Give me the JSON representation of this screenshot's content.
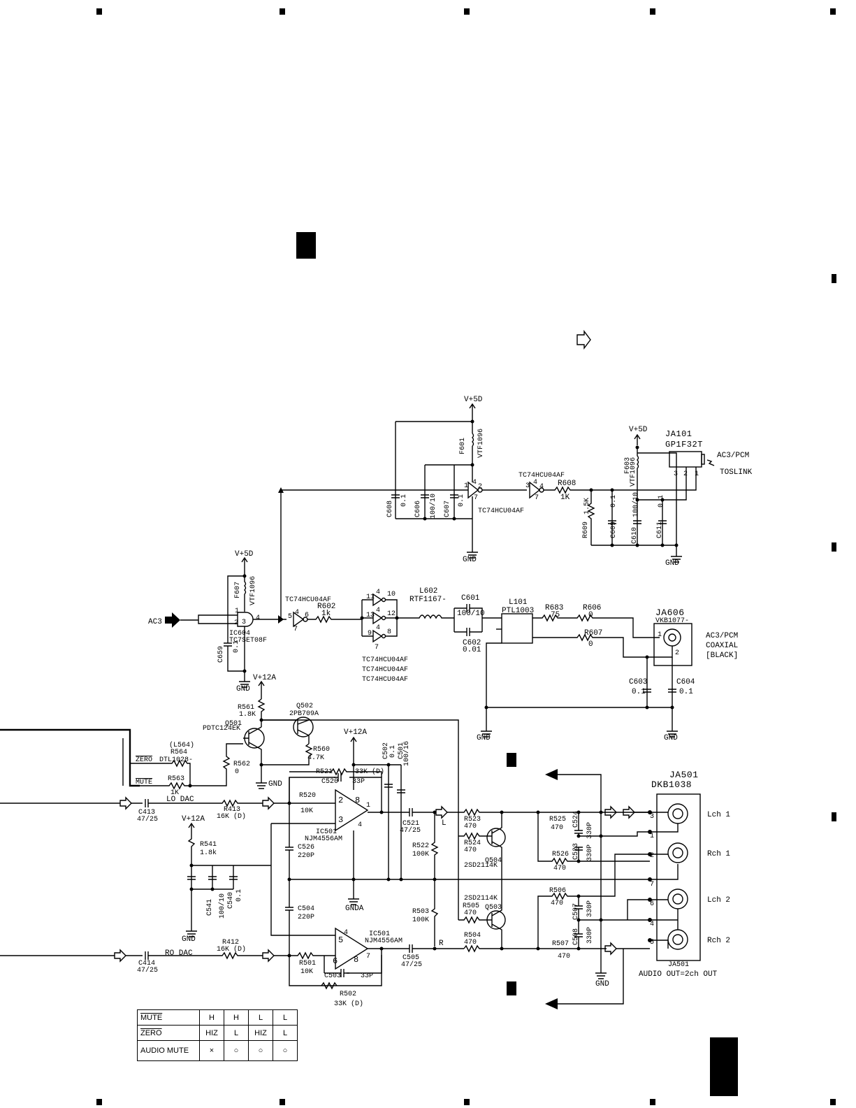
{
  "power": {
    "v5d_1": "V+5D",
    "v5d_2": "V+5D",
    "v5d_3": "V+5D",
    "v12a_1": "V+12A",
    "v12a_2": "V+12A",
    "v12a_3": "V+12A"
  },
  "ground": {
    "gnd": "GND",
    "gnda": "GNDA"
  },
  "signals": {
    "ac3": "AC3",
    "zero": "ZERO",
    "mute": "MUTE",
    "lo_dac": "LO DAC",
    "ro_dac": "RO DAC",
    "l": "L",
    "r": "R"
  },
  "ics": {
    "ic604": {
      "ref": "IC604",
      "part": "TC7SET08F"
    },
    "inv_top": "TC74HCU04AF",
    "inv_top2": "TC74HCU04AF",
    "inv_mid": "TC74HCU04AF",
    "inv_list": [
      "TC74HCU04AF",
      "TC74HCU04AF",
      "TC74HCU04AF"
    ],
    "ic501": {
      "ref": "IC501",
      "part": "NJM4556AM"
    },
    "ic501b": {
      "ref": "IC501",
      "part": "NJM4556AM"
    }
  },
  "pins": {
    "p1": "1",
    "p2": "2",
    "p3": "3",
    "p4": "4",
    "p5": "5",
    "p6": "6",
    "p7": "7",
    "p8": "8",
    "p9": "9",
    "p10": "10",
    "p11": "11",
    "p12": "12",
    "p13": "13"
  },
  "transistors": {
    "q501": {
      "ref": "Q501",
      "part": "PDTC124EK"
    },
    "q502": {
      "ref": "Q502",
      "part": "2PB709A"
    },
    "q504": {
      "ref": "Q504",
      "part": "2SD2114K"
    },
    "q503": {
      "ref": "Q503",
      "part": "2SD2114K"
    }
  },
  "components": {
    "f601": {
      "ref": "F601",
      "val": "VTF1096"
    },
    "f603": {
      "ref": "F603",
      "val": "VTF1096"
    },
    "f607": {
      "ref": "F607",
      "val": "VTF1096"
    },
    "c608": {
      "ref": "C608",
      "val": "0.1"
    },
    "c606": {
      "ref": "C606",
      "val": "100/10"
    },
    "c607": {
      "ref": "C607",
      "val": "0.1"
    },
    "r608": {
      "ref": "R608",
      "val": "1K"
    },
    "r609": {
      "ref": "R609",
      "val": "1.5K"
    },
    "c609": {
      "ref": "C609",
      "val": "0.1"
    },
    "c610": {
      "ref": "C610",
      "val": "100/10"
    },
    "c611": {
      "ref": "C611",
      "val": "0.1"
    },
    "r602": {
      "ref": "R602",
      "val": "1k"
    },
    "c659": {
      "ref": "C659",
      "val": "0.1"
    },
    "l602": {
      "ref": "L602",
      "val": "RTF1167-"
    },
    "c601": {
      "ref": "C601",
      "val": "100/10"
    },
    "c602": {
      "ref": "C602",
      "val": "0.01"
    },
    "l101": {
      "ref": "L101",
      "val": "PTL1003"
    },
    "r683": {
      "ref": "R683",
      "val": "75"
    },
    "r606": {
      "ref": "R606",
      "val": "0"
    },
    "r607": {
      "ref": "R607",
      "val": "0"
    },
    "c603": {
      "ref": "C603",
      "val": "0.1"
    },
    "c604": {
      "ref": "C604",
      "val": "0.1"
    },
    "r561": {
      "ref": "R561",
      "val": "1.8K"
    },
    "l564": {
      "ref": "(L564)",
      "val": ""
    },
    "r564": {
      "ref": "R564",
      "val": "DTL1028-"
    },
    "r563": {
      "ref": "R563",
      "val": "1K"
    },
    "r562": {
      "ref": "R562",
      "val": "0"
    },
    "r560": {
      "ref": "R560",
      "val": "4.7K"
    },
    "c502": {
      "ref": "C502",
      "val": "0.1"
    },
    "c501": {
      "ref": "C501",
      "val": "100/16"
    },
    "r521": {
      "ref": "R521",
      "val": "33K (D)"
    },
    "c520": {
      "ref": "C520",
      "val": "33P"
    },
    "r520": {
      "ref": "R520",
      "val": "10K"
    },
    "c413": {
      "ref": "C413",
      "val": "47/25"
    },
    "r413": {
      "ref": "R413",
      "val": "16K (D)"
    },
    "c521": {
      "ref": "C521",
      "val": "47/25"
    },
    "r541": {
      "ref": "R541",
      "val": "1.8k"
    },
    "c526": {
      "ref": "C526",
      "val": "220P"
    },
    "c541": {
      "ref": "C541",
      "val": "100/10"
    },
    "c540": {
      "ref": "C540",
      "val": "0.1"
    },
    "c504": {
      "ref": "C504",
      "val": "220P"
    },
    "r522": {
      "ref": "R522",
      "val": "100K"
    },
    "r503": {
      "ref": "R503",
      "val": "100K"
    },
    "r523": {
      "ref": "R523",
      "val": "470"
    },
    "r524": {
      "ref": "R524",
      "val": "470"
    },
    "r505": {
      "ref": "R505",
      "val": "470"
    },
    "r504": {
      "ref": "R504",
      "val": "470"
    },
    "r525": {
      "ref": "R525",
      "val": "470"
    },
    "r526": {
      "ref": "R526",
      "val": "470"
    },
    "r506": {
      "ref": "R506",
      "val": "470"
    },
    "r507": {
      "ref": "R507",
      "val": "470"
    },
    "c524": {
      "ref": "C524",
      "val": "330P"
    },
    "c523": {
      "ref": "C523",
      "val": "330P"
    },
    "c507": {
      "ref": "C507",
      "val": "330P"
    },
    "c508": {
      "ref": "C508",
      "val": "330P"
    },
    "c414": {
      "ref": "C414",
      "val": "47/25"
    },
    "r412": {
      "ref": "R412",
      "val": "16K (D)"
    },
    "r501": {
      "ref": "R501",
      "val": "10K"
    },
    "c503": {
      "ref": "C503",
      "val": "33P"
    },
    "r502": {
      "ref": "R502",
      "val": "33K (D)"
    },
    "c505": {
      "ref": "C505",
      "val": "47/25"
    }
  },
  "connectors": {
    "ja101": {
      "ref": "JA101",
      "part": "GP1F32T",
      "note1": "AC3/PCM",
      "note2": "TOSLINK"
    },
    "ja606": {
      "ref": "JA606",
      "part": "VKB1077-",
      "note1": "AC3/PCM",
      "note2": "COAXIAL",
      "note3": "[BLACK]"
    },
    "ja501": {
      "ref": "JA501",
      "part": "DKB1038",
      "ref2": "JA501",
      "caption": "AUDIO OUT=2ch OUT",
      "outputs": [
        "Lch 1",
        "Rch 1",
        "Lch 2",
        "Rch 2"
      ]
    }
  },
  "legend": {
    "rows": [
      {
        "label": "MUTE",
        "cells": [
          "H",
          "H",
          "L",
          "L"
        ]
      },
      {
        "label": "ZERO",
        "cells": [
          "HIZ",
          "L",
          "HIZ",
          "L"
        ]
      },
      {
        "label": "AUDIO MUTE",
        "cells": [
          "×",
          "○",
          "○",
          "○"
        ]
      }
    ]
  }
}
